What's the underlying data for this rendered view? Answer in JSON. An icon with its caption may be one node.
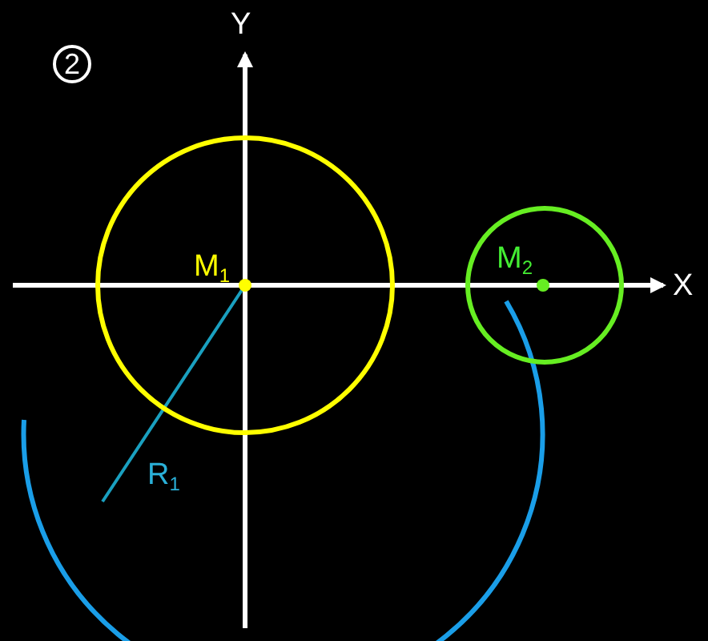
{
  "diagram": {
    "labels": [
      "2",
      "Y",
      "M$_{1}$",
      "M$_{2}$",
      "X",
      "R$_{1}$"
    ]
  }
}
